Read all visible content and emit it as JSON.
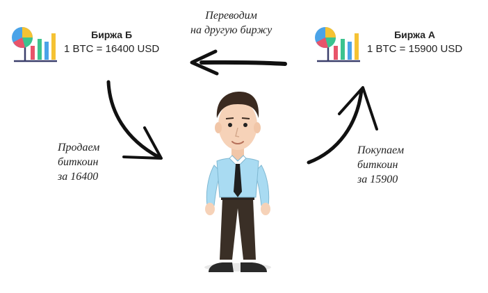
{
  "exchange_b": {
    "name": "Биржа Б",
    "rate": "1 BTC = 16400 USD",
    "icon": "chart-logo-icon"
  },
  "exchange_a": {
    "name": "Биржа А",
    "rate": "1 BTC = 15900 USD",
    "icon": "chart-logo-icon"
  },
  "captions": {
    "transfer": "Переводим\nна другую биржу",
    "sell": "Продаем\nбиткоин\nза 16400",
    "buy": "Покупаем\nбиткоин\nза 15900"
  },
  "colors": {
    "arrow": "#111111",
    "pie_blue": "#4aa3e8",
    "pie_red": "#e8546a",
    "pie_yellow": "#f5c233",
    "pie_green": "#3cc38f",
    "shirt": "#a9dbf2",
    "pants": "#3a2f26",
    "tie": "#1f1f1f",
    "skin": "#f6d2b8",
    "hair": "#3b2a20"
  }
}
